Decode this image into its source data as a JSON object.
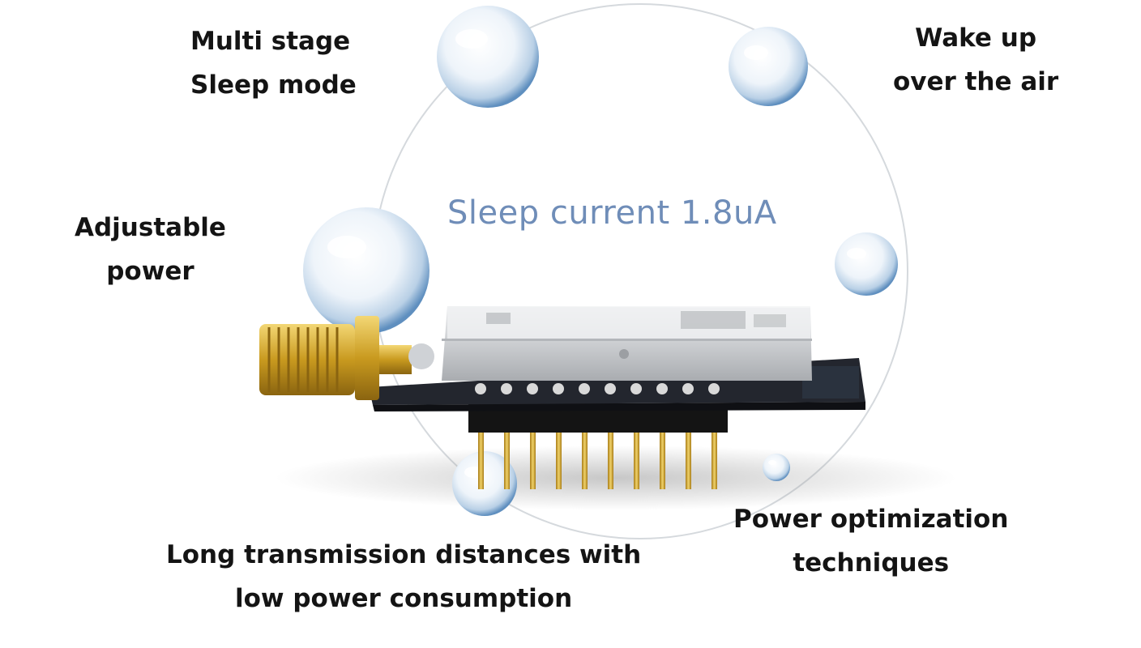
{
  "center_label": "Sleep current 1.8uA",
  "features": {
    "sleep_mode": {
      "line1": "Multi stage",
      "line2": "Sleep mode"
    },
    "wake_up": {
      "line1": "Wake up",
      "line2": "over the air"
    },
    "adjustable_power": {
      "line1": "Adjustable",
      "line2": "power"
    },
    "long_range": {
      "line1": "Long transmission distances with",
      "line2": "low power consumption"
    },
    "power_optimization": {
      "line1": "Power optimization",
      "line2": "techniques"
    }
  },
  "colors": {
    "center_text": "#6f8db8",
    "label_text": "#141414",
    "bubble_edge": "#5f8fbf",
    "pcb": "#23262e",
    "gold": "#d4a92c",
    "shield": "#c7c9cc"
  },
  "icons": [
    "bubble",
    "sma-connector",
    "rf-module-shield",
    "header-pins"
  ]
}
